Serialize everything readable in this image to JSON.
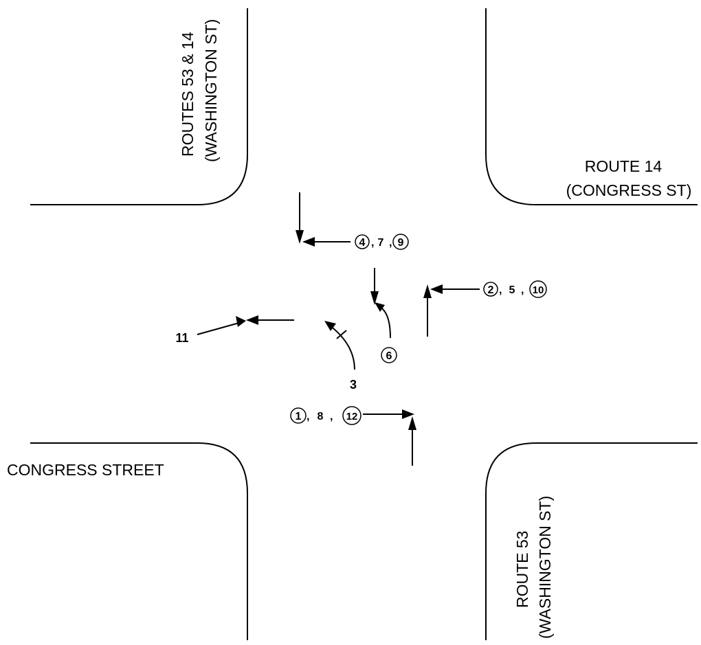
{
  "streets": {
    "north": [
      "ROUTES 53 & 14",
      "(WASHINGTON ST)"
    ],
    "east": [
      "ROUTE 14",
      "(CONGRESS ST)"
    ],
    "west": "CONGRESS STREET",
    "south": [
      "ROUTE 53",
      "(WASHINGTON ST)"
    ]
  },
  "collisions": {
    "group_north": {
      "circled_a": "4",
      "comma_a": ",",
      "plain": "7",
      "comma_b": ",",
      "circled_b": "9"
    },
    "group_east": {
      "circled_a": "2",
      "comma_a": ",",
      "plain": "5",
      "comma_b": ",",
      "circled_b": "10"
    },
    "group_south": {
      "circled_a": "1",
      "comma_a": ",",
      "plain": "8",
      "comma_b": ",",
      "circled_b": "12"
    },
    "label_6": "6",
    "label_3": "3",
    "label_11": "11"
  }
}
